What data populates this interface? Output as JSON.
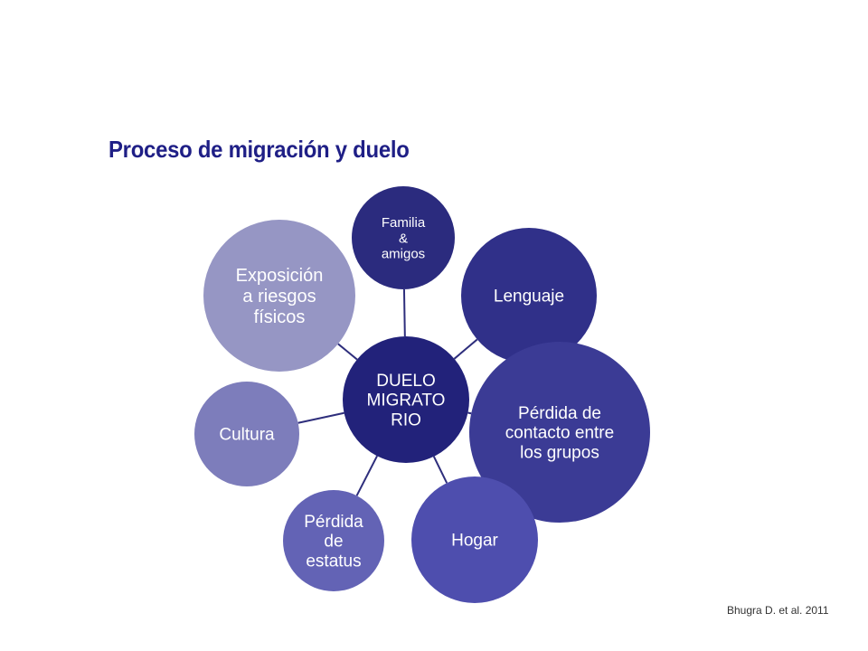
{
  "title": "Proceso de migración y duelo",
  "center": {
    "label_lines": [
      "DUELO",
      "MIGRATO",
      "RIO"
    ],
    "color": "#22227a"
  },
  "satellites": [
    {
      "id": "familia",
      "label_lines": [
        "Familia",
        "&",
        "amigos"
      ],
      "color": "#2b2b7e"
    },
    {
      "id": "lenguaje",
      "label_lines": [
        "Lenguaje"
      ],
      "color": "#303089"
    },
    {
      "id": "perdida-contacto",
      "label_lines": [
        "Pérdida de",
        "contacto entre",
        "los grupos"
      ],
      "color": "#3b3b95"
    },
    {
      "id": "hogar",
      "label_lines": [
        "Hogar"
      ],
      "color": "#4e4eae"
    },
    {
      "id": "perdida-estatus",
      "label_lines": [
        "Pérdida",
        "de",
        "estatus"
      ],
      "color": "#6363b5"
    },
    {
      "id": "cultura",
      "label_lines": [
        "Cultura"
      ],
      "color": "#7d7dbb"
    },
    {
      "id": "exposicion",
      "label_lines": [
        "Exposición",
        "a riesgos",
        "físicos"
      ],
      "color": "#9696c4"
    }
  ],
  "connector_color": "#2e2e7c",
  "citation": "Bhugra D. et al. 2011"
}
